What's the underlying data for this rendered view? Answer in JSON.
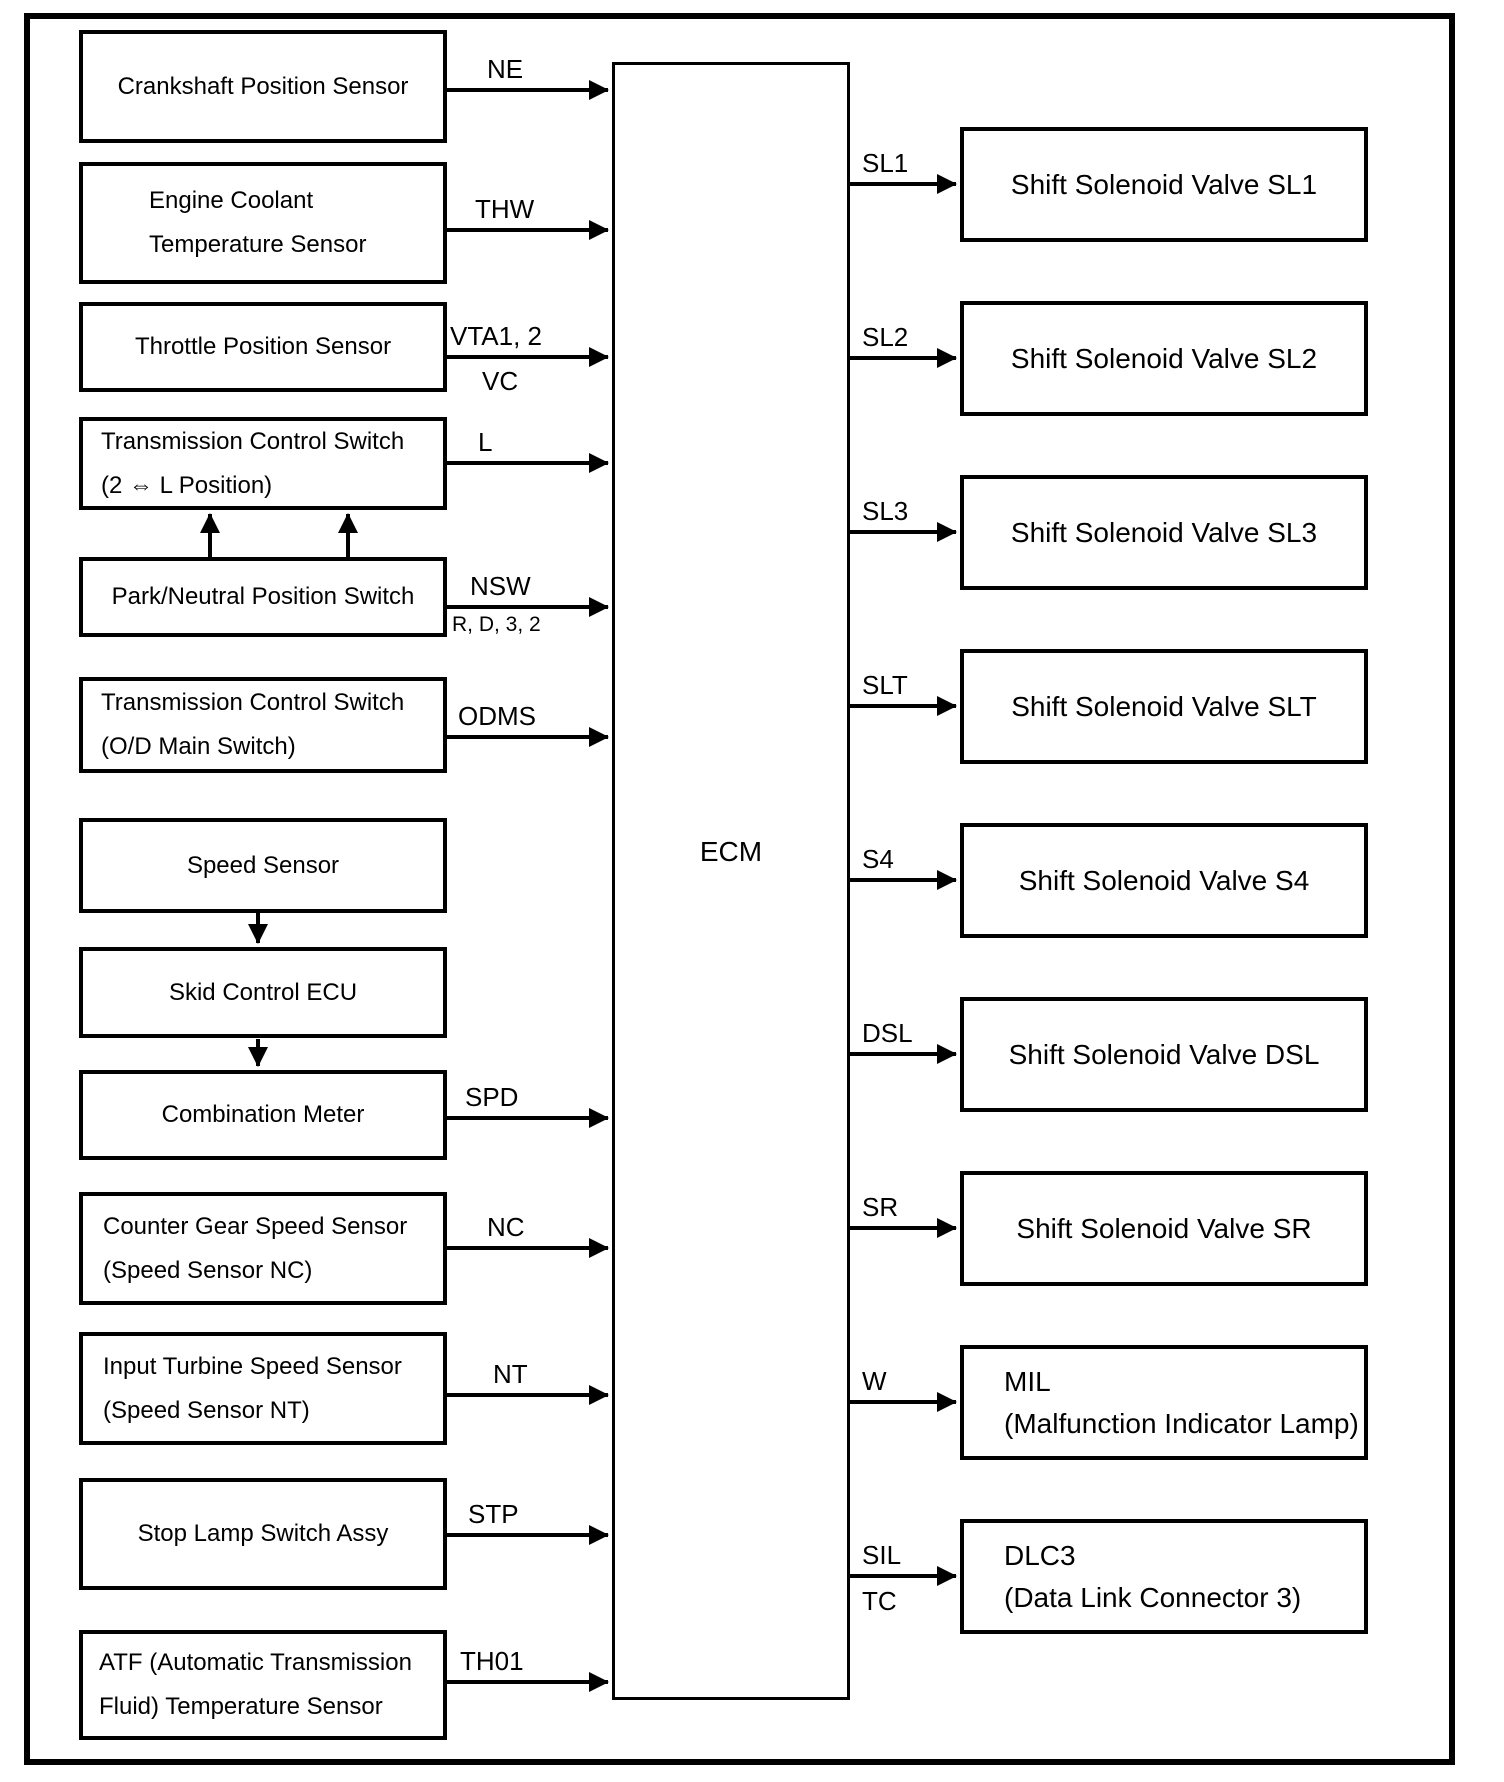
{
  "colors": {
    "ink": "#000000",
    "paper": "#ffffff"
  },
  "ecm": {
    "label": "ECM"
  },
  "inputs": [
    {
      "label": "Crankshaft Position Sensor",
      "signal": "NE"
    },
    {
      "label": "Engine Coolant\nTemperature Sensor",
      "signal": "THW"
    },
    {
      "label": "Throttle Position Sensor",
      "signal": "VTA1, 2",
      "signal2": "VC"
    },
    {
      "label": "Transmission Control Switch\n(2 ⇔ L Position)",
      "signal": "L"
    },
    {
      "label": "Park/Neutral Position Switch",
      "signal": "NSW",
      "signal2": "R, D, 3, 2"
    },
    {
      "label": "Transmission Control Switch\n(O/D Main Switch)",
      "signal": "ODMS"
    },
    {
      "label": "Speed Sensor"
    },
    {
      "label": "Skid Control ECU"
    },
    {
      "label": "Combination Meter",
      "signal": "SPD"
    },
    {
      "label": "Counter Gear Speed Sensor\n(Speed Sensor NC)",
      "signal": "NC"
    },
    {
      "label": "Input Turbine Speed Sensor\n(Speed Sensor NT)",
      "signal": "NT"
    },
    {
      "label": "Stop Lamp Switch Assy",
      "signal": "STP"
    },
    {
      "label": "ATF (Automatic Transmission\nFluid) Temperature Sensor",
      "signal": "TH01"
    }
  ],
  "outputs": [
    {
      "signal": "SL1",
      "label": "Shift Solenoid Valve SL1"
    },
    {
      "signal": "SL2",
      "label": "Shift Solenoid Valve SL2"
    },
    {
      "signal": "SL3",
      "label": "Shift Solenoid Valve SL3"
    },
    {
      "signal": "SLT",
      "label": "Shift Solenoid Valve SLT"
    },
    {
      "signal": "S4",
      "label": "Shift Solenoid Valve S4"
    },
    {
      "signal": "DSL",
      "label": "Shift Solenoid Valve DSL"
    },
    {
      "signal": "SR",
      "label": "Shift Solenoid Valve SR"
    },
    {
      "signal": "W",
      "label": "MIL\n(Malfunction Indicator Lamp)"
    },
    {
      "signal": "SIL",
      "signal2": "TC",
      "label": "DLC3\n(Data Link Connector 3)"
    }
  ]
}
